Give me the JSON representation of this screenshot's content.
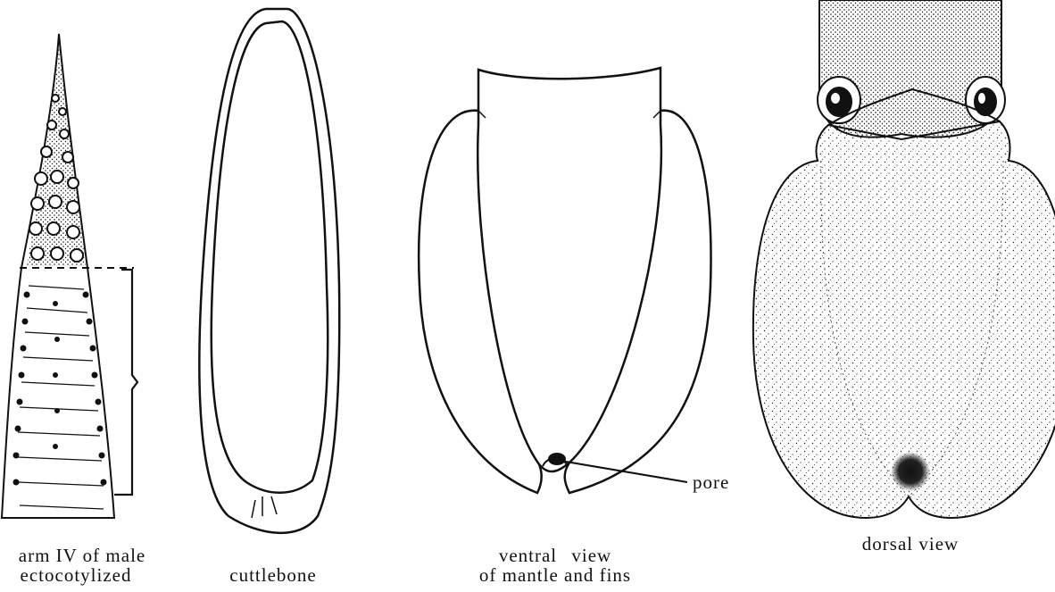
{
  "figures": {
    "arm": {
      "caption_line1": "arm IV of male",
      "caption_line2": "ectocotylized"
    },
    "cuttlebone": {
      "caption": "cuttlebone"
    },
    "ventral": {
      "caption_line1": "ventral view",
      "caption_line2": "of mantle and fins",
      "pore_label": "pore"
    },
    "dorsal": {
      "caption": "dorsal view"
    }
  },
  "colors": {
    "ink": "#111111",
    "background": "#ffffff"
  }
}
